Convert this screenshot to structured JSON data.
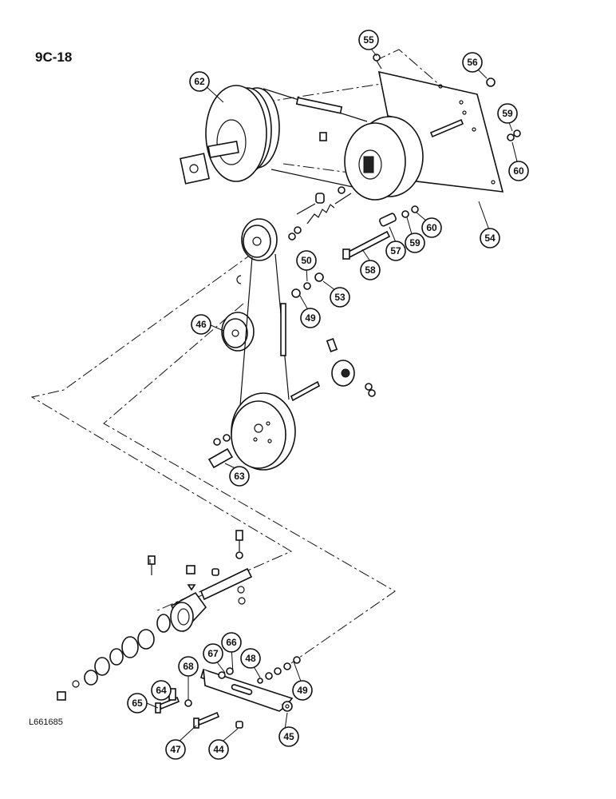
{
  "page_id": "9C-18",
  "drawing_code": "L661685",
  "callouts": [
    "55",
    "56",
    "62",
    "59",
    "60",
    "60",
    "59",
    "54",
    "57",
    "58",
    "50",
    "53",
    "49",
    "46",
    "63",
    "66",
    "67",
    "68",
    "48",
    "49",
    "64",
    "65",
    "47",
    "44",
    "45"
  ]
}
